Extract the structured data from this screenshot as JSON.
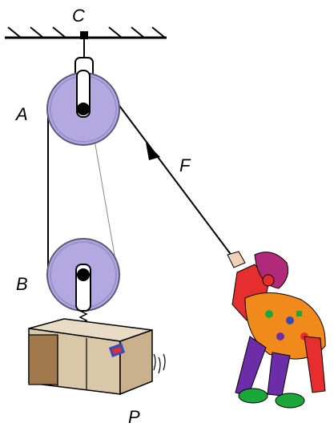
{
  "labels": {
    "ceiling_point": "C",
    "upper_pulley": "A",
    "lower_pulley": "B",
    "force": "F",
    "load": "P"
  },
  "colors": {
    "pulley_fill": "#b3a9e0",
    "pulley_stroke": "#5a5a7a",
    "box_light": "#d9c8a8",
    "box_dark": "#a07a4c",
    "clown_red": "#e62e2e",
    "clown_purple": "#6b2ea8",
    "clown_orange": "#f08a1a",
    "clown_green": "#1aa83a"
  }
}
